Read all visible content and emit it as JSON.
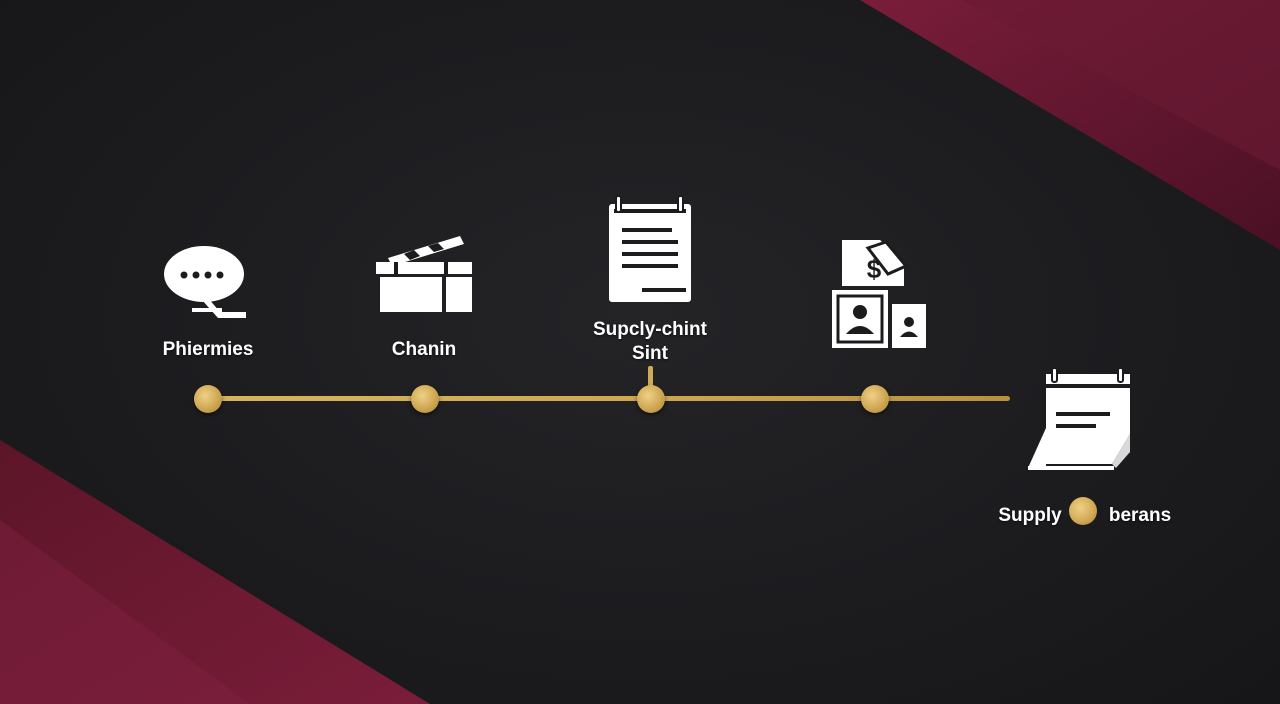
{
  "colors": {
    "background": "#1c1c1f",
    "accent_maroon": "#6b1a34",
    "gold": "#cfa752",
    "text": "#ffffff"
  },
  "timeline": {
    "steps": [
      {
        "label": "Phiermies",
        "icon": "speech-bubble-icon"
      },
      {
        "label": "Chanin",
        "icon": "clapperboard-icon"
      },
      {
        "label_line1": "Supcly-chint",
        "label_line2": "Sint",
        "icon": "calendar-document-icon"
      },
      {
        "label": "",
        "icon": "money-people-icon"
      }
    ],
    "endpoint": {
      "icon": "desk-calendar-icon",
      "label_left": "Supply",
      "label_right": "berans"
    }
  }
}
